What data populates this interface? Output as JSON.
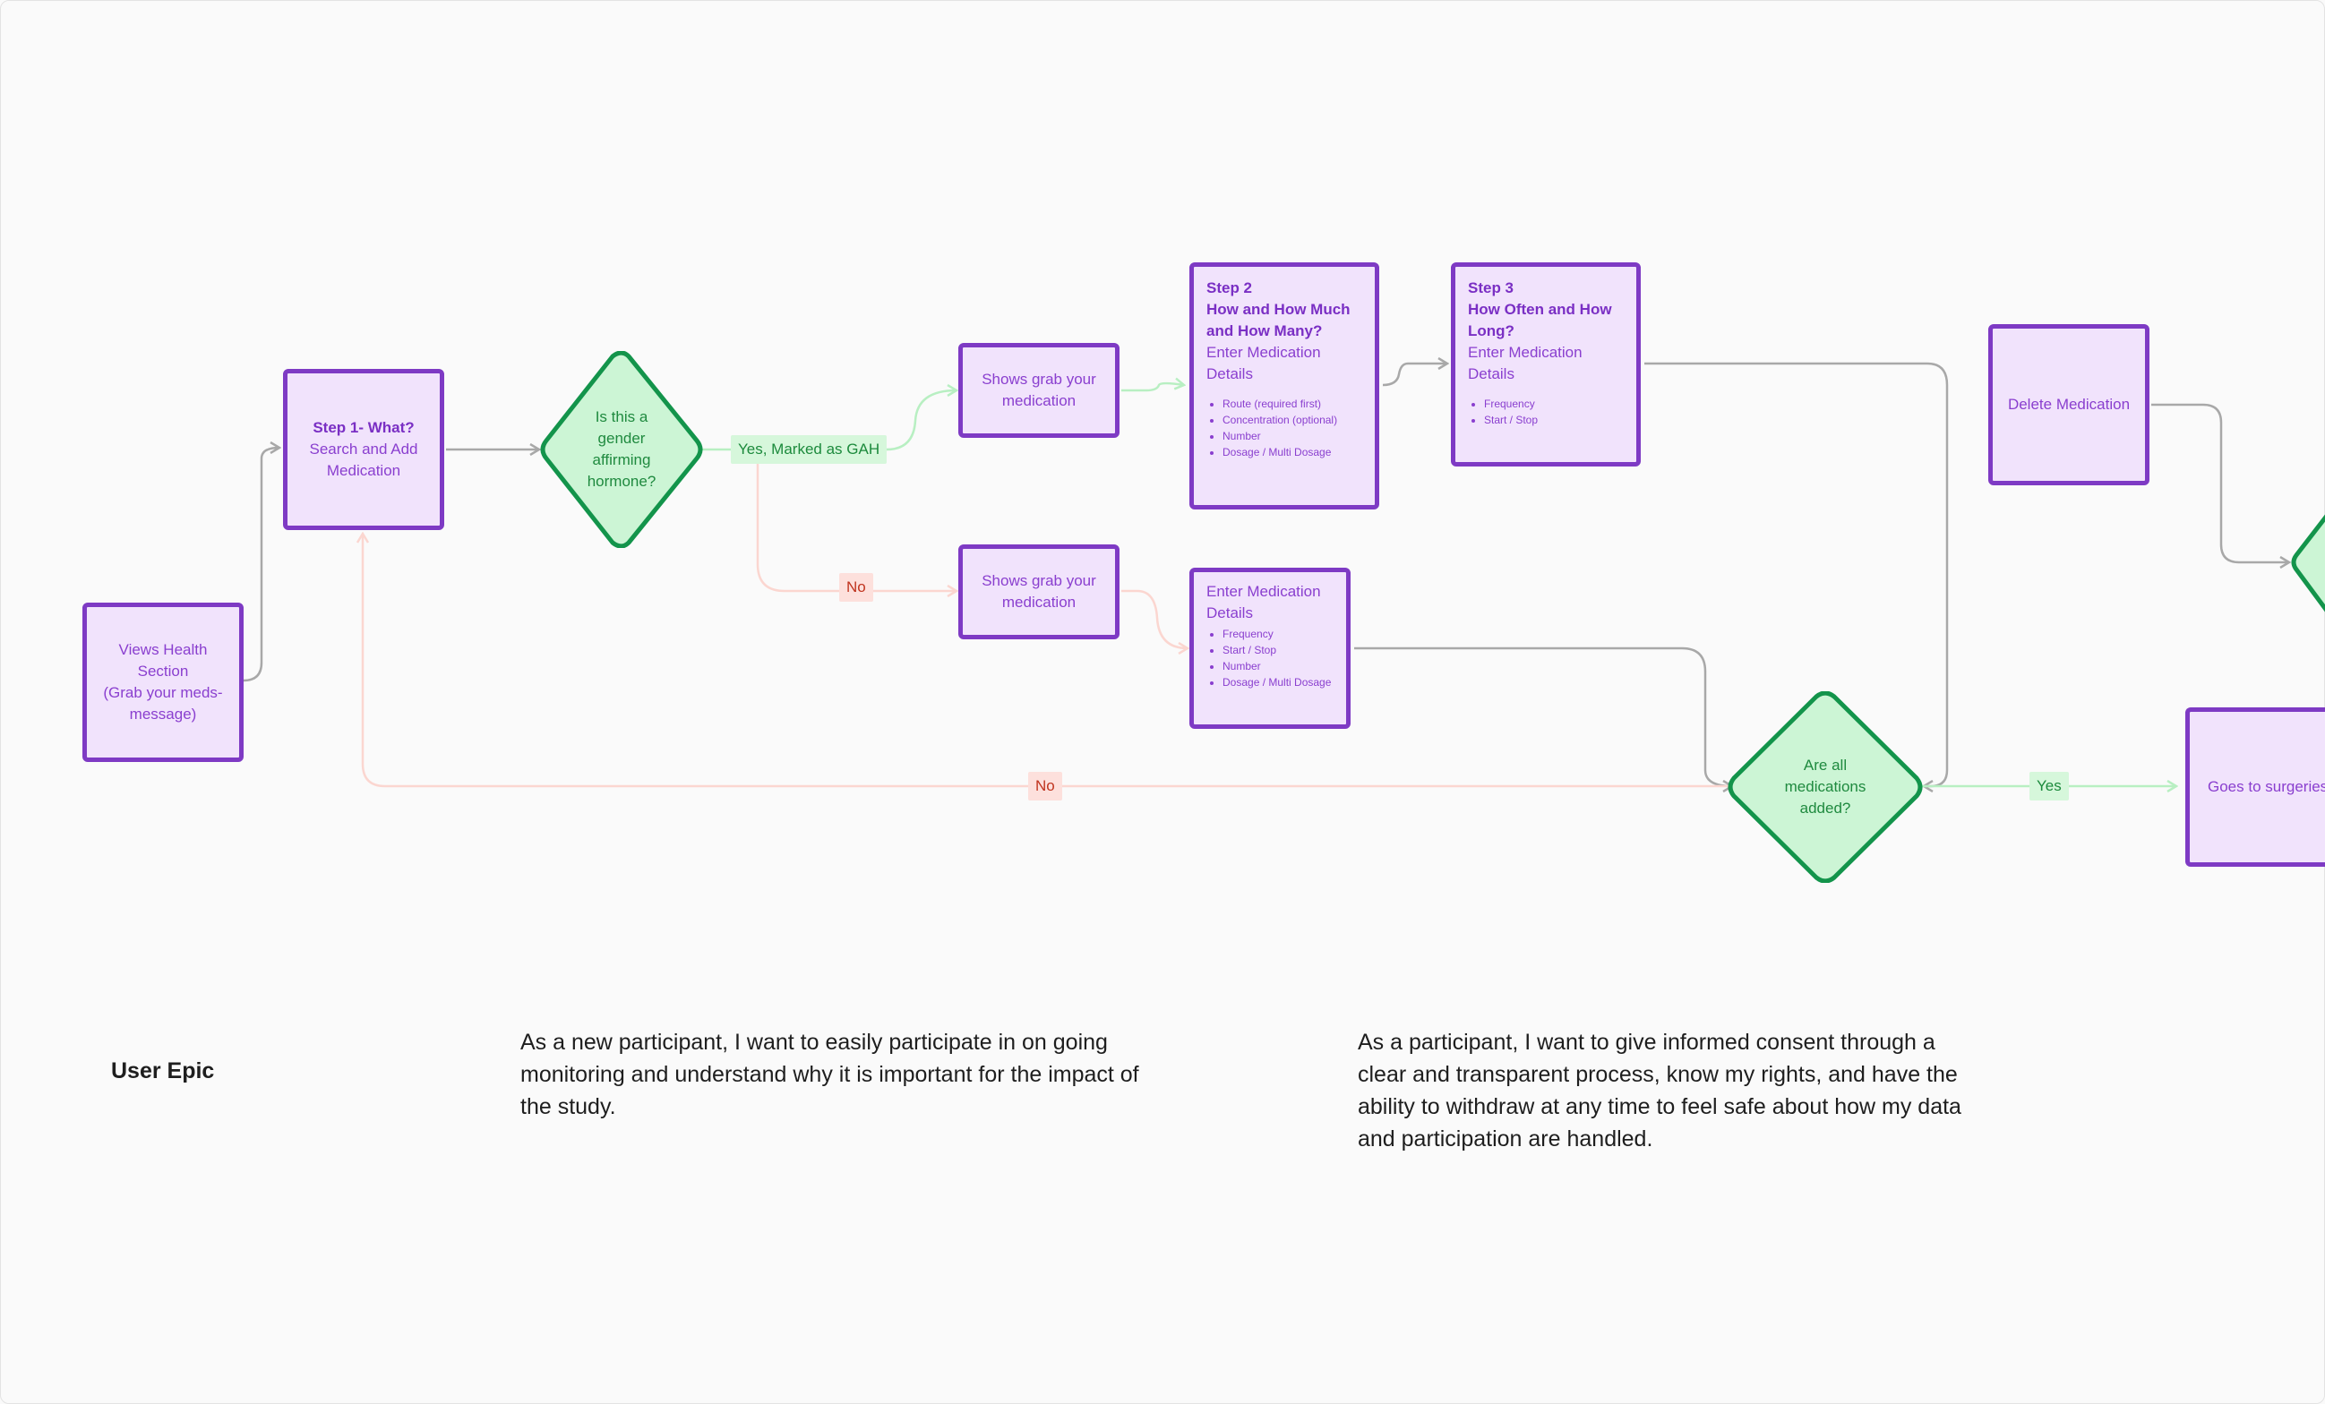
{
  "nodes": {
    "views_health": {
      "lines": [
        "Views Health Section",
        "(Grab your meds-message)"
      ]
    },
    "step1": {
      "title": "Step 1- What?",
      "text": "Search and Add Medication"
    },
    "grab_yes": {
      "text": "Shows grab your medication"
    },
    "grab_no": {
      "text": "Shows grab your medication"
    },
    "step2": {
      "title": "Step 2",
      "subtitle": "How and How Much and How Many?",
      "text": "Enter Medication Details",
      "items": [
        "Route (required first)",
        "Concentration (optional)",
        "Number",
        "Dosage / Multi Dosage"
      ]
    },
    "step3": {
      "title": "Step 3",
      "subtitle": "How Often and How Long?",
      "text": "Enter Medication Details",
      "items": [
        "Frequency",
        "Start / Stop"
      ]
    },
    "enter_details": {
      "text": "Enter Medication Details",
      "items": [
        "Frequency",
        "Start / Stop",
        "Number",
        "Dosage / Multi Dosage"
      ]
    },
    "delete_med": {
      "text": "Delete Medication"
    },
    "surgeries": {
      "text": "Goes to surgeries"
    }
  },
  "decisions": {
    "gah": {
      "text": "Is this a gender affirming hormone?"
    },
    "all_added": {
      "text": "Are all medications added?"
    }
  },
  "edge_labels": {
    "yes_gah": "Yes, Marked as GAH",
    "no_gah": "No",
    "no_all": "No",
    "yes_all": "Yes"
  },
  "epic": {
    "title": "User Epic",
    "stories": [
      "As a new participant, I want to easily participate in on going monitoring and understand why it is important for the impact of the study.",
      "As a participant, I want to give informed consent through a clear and transparent process, know my rights, and have the ability to withdraw at any time to feel safe about how my data and participation are handled."
    ]
  },
  "colors": {
    "node_fill": "#f1e3fc",
    "node_border": "#7e3ac4",
    "node_text": "#8a3fcf",
    "decision_fill": "#ccf5d5",
    "decision_border": "#13944b",
    "decision_text": "#1f8a3f",
    "edge_gray": "#a8a8a8",
    "edge_green": "#b8efc2",
    "edge_pink": "#fbd6d0",
    "yes_label_bg": "#d6f7db",
    "no_label_bg": "#fde0dc"
  }
}
